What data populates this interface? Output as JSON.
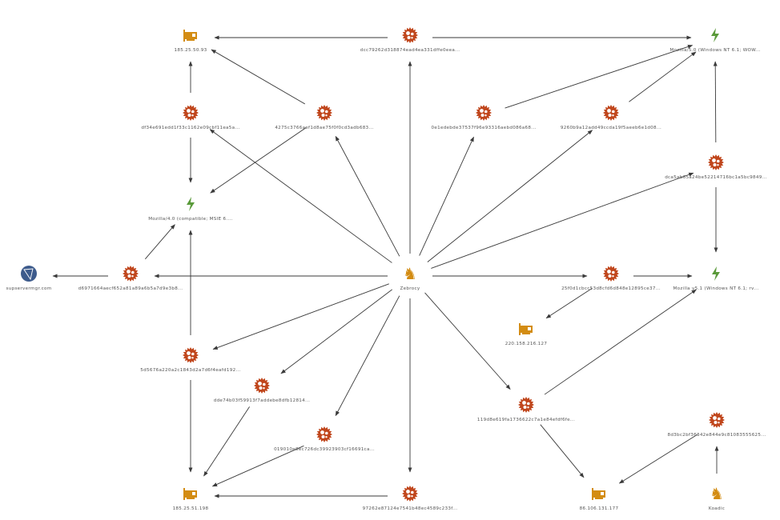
{
  "colors": {
    "malware": "#c0461c",
    "ip": "#d38c13",
    "user_agent": "#5a9a3a",
    "domain": "#3d5b8c",
    "trojan": "#d38c13",
    "edge": "#3a3a3a"
  },
  "nodes": [
    {
      "type": "ip",
      "label": "185.25.50.93"
    },
    {
      "type": "malware",
      "label": "dcc79262d318874ead4ea331dffe0eea..."
    },
    {
      "type": "user_agent",
      "label": "Mozilla/5.0 (Windows NT 6.1; WOW..."
    },
    {
      "type": "malware",
      "label": "df34e691edd1f33c1162e09cbf11ea5a..."
    },
    {
      "type": "malware",
      "label": "4275c3766aef1d8ae75f0f0cd3adb683..."
    },
    {
      "type": "malware",
      "label": "0e1edebde37537f96e93316aebd086a68..."
    },
    {
      "type": "malware",
      "label": "9260b9a12add49ccda19f5aeeb6e1d08..."
    },
    {
      "type": "malware",
      "label": "dca5ab65a24be52214716bc1a5bc9849..."
    },
    {
      "type": "user_agent",
      "label": "Mozilla/4.0 (compatible; MSIE 6...."
    },
    {
      "type": "domain",
      "label": "supservermgr.com"
    },
    {
      "type": "malware",
      "label": "d6971664aecf652a81a89a6b5a7d9e3b8..."
    },
    {
      "type": "trojan",
      "label": "Zebrocy"
    },
    {
      "type": "malware",
      "label": "25f0d1cbcc53d8cfd6d848e12895ce37..."
    },
    {
      "type": "user_agent",
      "label": "Mozilla v5.1 (Windows NT 6.1; rv..."
    },
    {
      "type": "ip",
      "label": "220.158.216.127"
    },
    {
      "type": "malware",
      "label": "5d5676a220a2c1843d2a7d6f4eafd192..."
    },
    {
      "type": "malware",
      "label": "dde74b03f59913f7addebe8dfb12814..."
    },
    {
      "type": "malware",
      "label": "119d8e619fa1736622c7a1e84efdf6fe..."
    },
    {
      "type": "malware",
      "label": "8d3bc2bf36342e844e9c81083555625..."
    },
    {
      "type": "malware",
      "label": "019010e8ec726dc39923903cf16691ca..."
    },
    {
      "type": "ip",
      "label": "185.25.51.198"
    },
    {
      "type": "malware",
      "label": "97262e87124e7541b48ec4589c233f..."
    },
    {
      "type": "ip",
      "label": "86.106.131.177"
    },
    {
      "type": "trojan",
      "label": "Koadic"
    }
  ],
  "edges": [
    [
      1,
      0
    ],
    [
      1,
      2
    ],
    [
      3,
      0
    ],
    [
      4,
      0
    ],
    [
      3,
      8
    ],
    [
      4,
      8
    ],
    [
      5,
      2
    ],
    [
      6,
      2
    ],
    [
      7,
      2
    ],
    [
      7,
      13
    ],
    [
      10,
      8
    ],
    [
      10,
      9
    ],
    [
      15,
      8
    ],
    [
      11,
      1
    ],
    [
      11,
      3
    ],
    [
      11,
      4
    ],
    [
      11,
      5
    ],
    [
      11,
      6
    ],
    [
      11,
      7
    ],
    [
      11,
      10
    ],
    [
      11,
      12
    ],
    [
      11,
      15
    ],
    [
      11,
      16
    ],
    [
      11,
      19
    ],
    [
      11,
      21
    ],
    [
      11,
      17
    ],
    [
      12,
      13
    ],
    [
      12,
      14
    ],
    [
      17,
      13
    ],
    [
      17,
      22
    ],
    [
      18,
      22
    ],
    [
      23,
      18
    ],
    [
      15,
      20
    ],
    [
      16,
      20
    ],
    [
      19,
      20
    ],
    [
      21,
      20
    ]
  ]
}
